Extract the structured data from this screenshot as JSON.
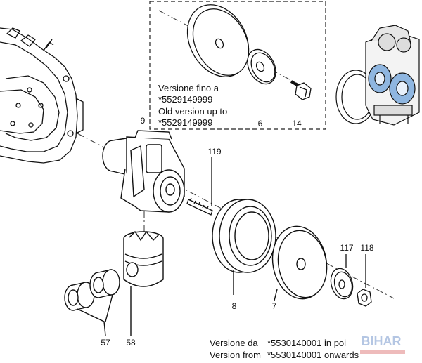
{
  "part_numbers": {
    "p9": "9",
    "p119": "119",
    "p6": "6",
    "p14": "14",
    "p8": "8",
    "p7": "7",
    "p117": "117",
    "p118": "118",
    "p57": "57",
    "p58": "58"
  },
  "old_version_note": {
    "line1": "Versione fino a",
    "line2": "*5529149999",
    "line3": "Old version up to",
    "line4": "*5529149999"
  },
  "new_version_note": {
    "it_label": "Versione da",
    "it_value": "*5530140001 in poi",
    "en_label": "Version from",
    "en_value": "*5530140001 onwards"
  },
  "watermark": "BIHAR"
}
